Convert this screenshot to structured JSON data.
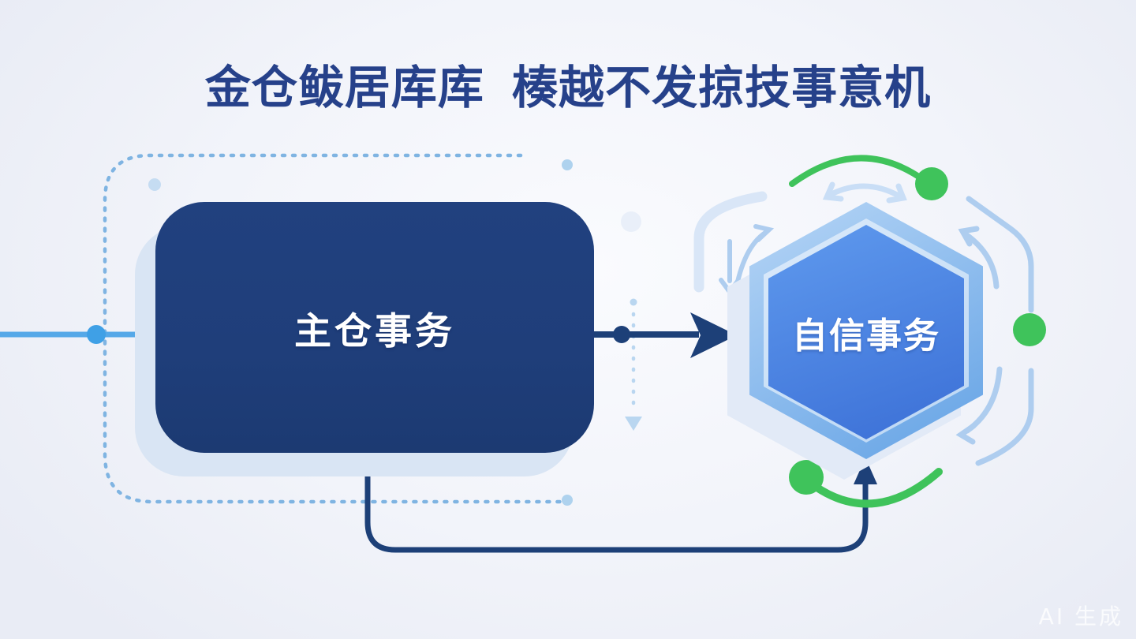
{
  "title": "金仓鲅居库库 楱越不发掠技事意机",
  "diagram": {
    "primary_node": {
      "label": "主仓事务"
    },
    "hexagon_node": {
      "label": "自信事务"
    }
  },
  "watermark": "AI 生成",
  "colors": {
    "title": "#26418a",
    "navy": "#1f3e7a",
    "connector": "#1d4078",
    "sky": "#55a8e8",
    "sky_dot": "#3fa0e6",
    "green": "#3fc35b",
    "dashed": "#7fb4e2",
    "light_arrow": "#aecdef",
    "lighter_arrow": "#c9def6",
    "faint_arrow": "#d9e6f7",
    "deco_dot": "#aed2ee",
    "shadow": "#d9e5f4",
    "hex_shadow": "#e2eaf7",
    "hex_outer_a": "#b7d6f6",
    "hex_outer_b": "#63a2e5",
    "hex_inner_a": "#5f9aee",
    "hex_inner_b": "#3b6fd6",
    "bg_center": "#fafbfe",
    "bg_edge": "#e9ecf5"
  }
}
